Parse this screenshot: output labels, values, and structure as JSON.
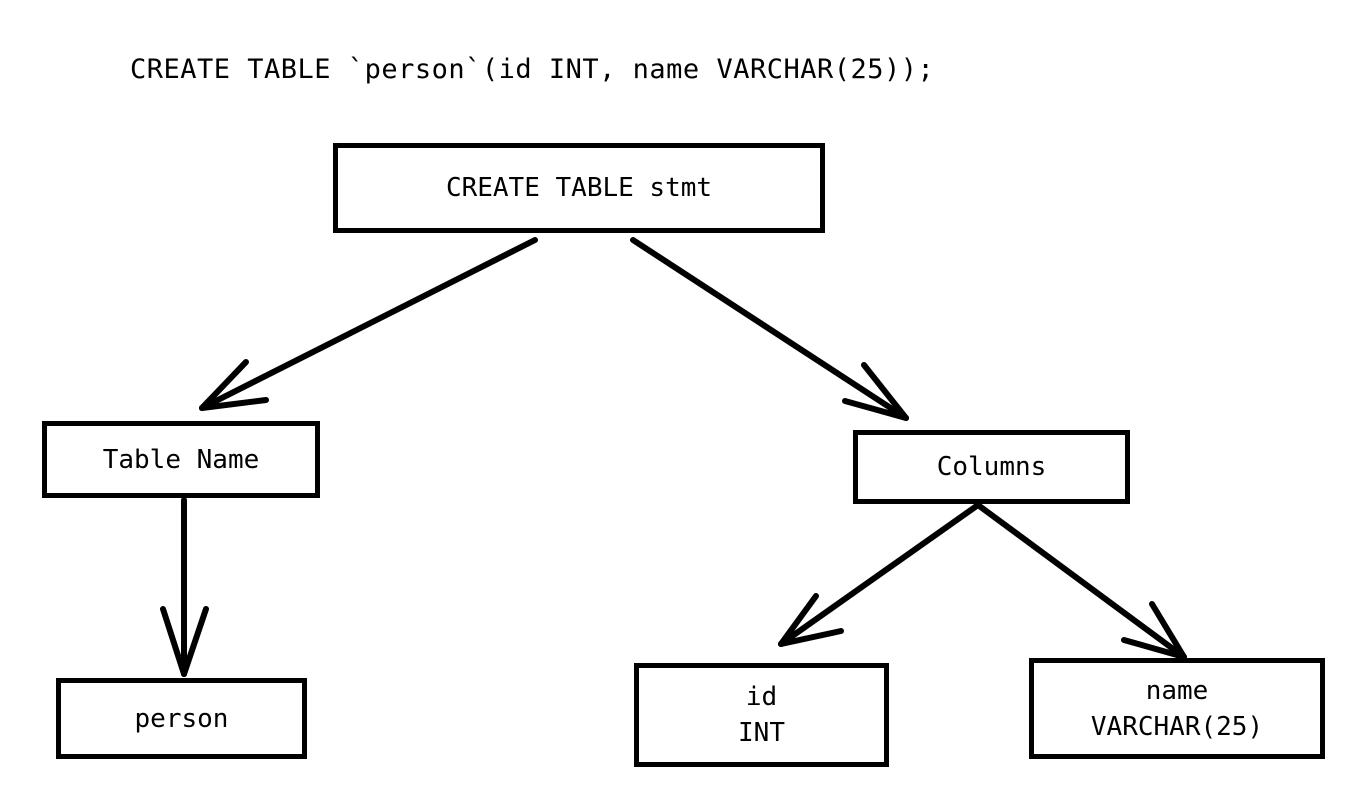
{
  "diagram": {
    "title_statement": "CREATE TABLE `person`(id INT, name VARCHAR(25));",
    "type": "parse-tree",
    "background_color": "#ffffff",
    "stroke_color": "#000000",
    "nodes": {
      "root": {
        "label": "CREATE TABLE stmt"
      },
      "table_name": {
        "label": "Table Name"
      },
      "columns": {
        "label": "Columns"
      },
      "person": {
        "label": "person"
      },
      "column_id": {
        "line1": "id",
        "line2": "INT"
      },
      "column_name": {
        "line1": "name",
        "line2": "VARCHAR(25)"
      }
    },
    "edges": [
      {
        "from": "root",
        "to": "table_name",
        "style": "open-arrow"
      },
      {
        "from": "root",
        "to": "columns",
        "style": "open-arrow"
      },
      {
        "from": "table_name",
        "to": "person",
        "style": "open-arrow"
      },
      {
        "from": "columns",
        "to": "column_id",
        "style": "open-arrow"
      },
      {
        "from": "columns",
        "to": "column_name",
        "style": "open-arrow"
      }
    ]
  }
}
